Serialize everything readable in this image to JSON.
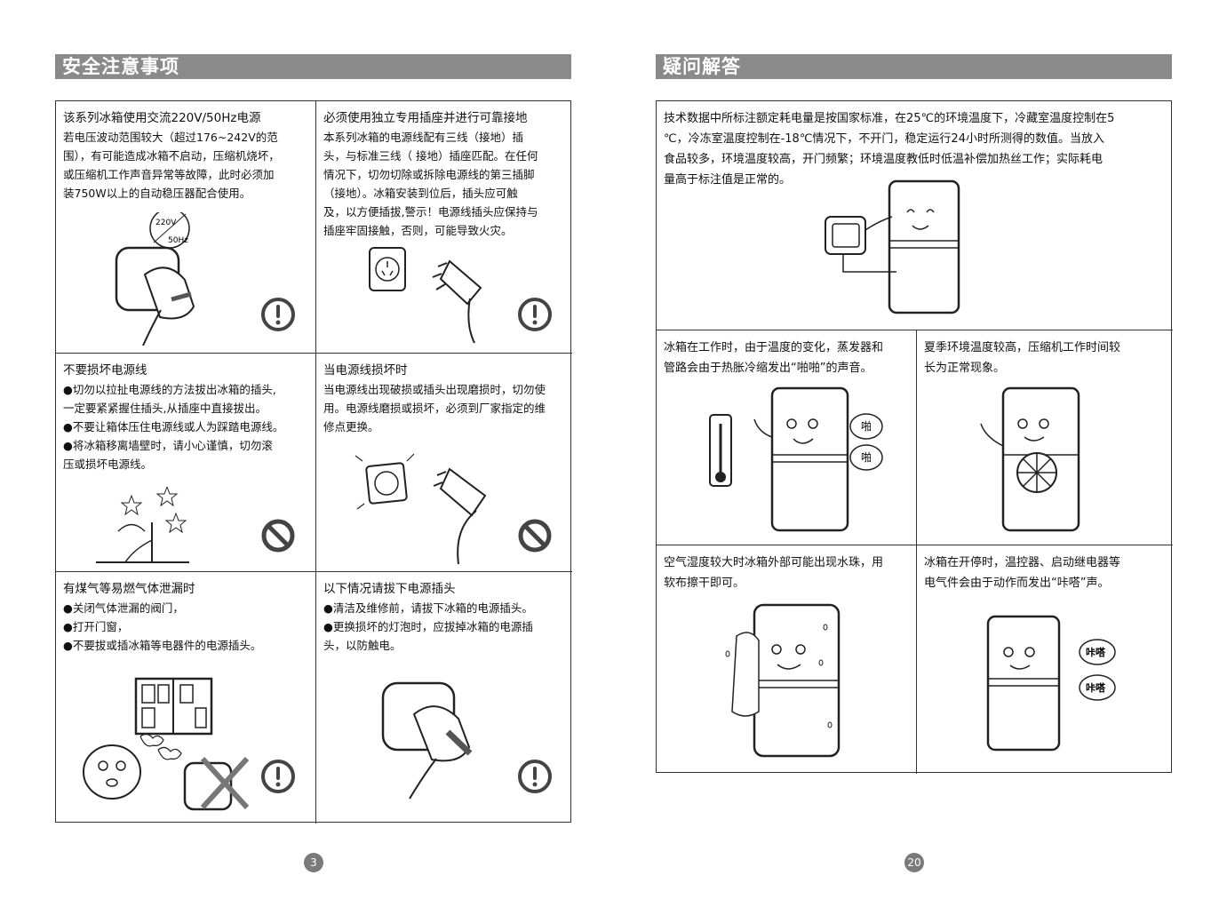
{
  "left_page": {
    "header": "安全注意事项",
    "page_number": "3",
    "cells": [
      {
        "title": "该系列冰箱使用交流220V/50Hz电源",
        "lines": [
          "若电压波动范围较大（超过176~242V的范",
          "围），有可能造成冰箱不启动，压缩机烧坏，",
          "或压缩机工作声音异常等故障，此时必须加",
          "装750W以上的自动稳压器配合使用。"
        ],
        "label_a": "220V",
        "label_b": "50Hz",
        "symbol": "warning-icon"
      },
      {
        "title": "必须使用独立专用插座并进行可靠接地",
        "lines": [
          "本系列冰箱的电源线配有三线（接地）插",
          "头，与标准三线（ 接地）插座匹配。在任何",
          "情况下，切勿切除或拆除电源线的第三插脚",
          "（接地）。冰箱安装到位后，插头应可触",
          "及，以方便插拔,警示！电源线插头应保持与",
          "插座牢固接触，否则，可能导致火灾。"
        ],
        "symbol": "warning-icon"
      },
      {
        "title": "不要损坏电源线",
        "lines": [
          "●切勿以拉扯电源线的方法拔出冰箱的插头,",
          "一定要紧紧握住插头,从插座中直接拔出。",
          "●不要让箱体压住电源线或人为踩踏电源线。",
          "●将冰箱移离墙壁时，请小心谨慎，切勿滚",
          "压或损坏电源线。"
        ],
        "symbol": "prohibited-icon"
      },
      {
        "title": "当电源线损坏时",
        "lines": [
          "当电源线出现破损或插头出现磨损时，切勿使",
          "用。电源线磨损或损坏，必须到厂家指定的维",
          "修点更换。"
        ],
        "symbol": "prohibited-icon"
      },
      {
        "title": "有煤气等易燃气体泄漏时",
        "lines": [
          "●关闭气体泄漏的阀门，",
          "●打开门窗，",
          "●不要拔或插冰箱等电器件的电源插头。"
        ],
        "symbol": "warning-icon"
      },
      {
        "title": "以下情况请拔下电源插头",
        "lines": [
          "●清洁及维修前，请拔下冰箱的电源插头。",
          "●更换损坏的灯泡时，应拔掉冰箱的电源插",
          "   头，以防触电。"
        ],
        "symbol": "warning-icon"
      }
    ]
  },
  "right_page": {
    "header": "疑问解答",
    "page_number": "20",
    "top_cell": {
      "lines": [
        "技术数据中所标注额定耗电量是按国家标准，在25℃的环境温度下，冷藏室温度控制在5",
        "℃，冷冻室温度控制在-18℃情况下，不开门，稳定运行24小时所测得的数值。当放入",
        "食品较多，环境温度较高，开门频繁；环境温度教低时低温补偿加热丝工作；实际耗电",
        "量高于标注值是正常的。"
      ]
    },
    "cells": [
      {
        "lines": [
          "冰箱在工作时，由于温度的变化，蒸发器和",
          "管路会由于热胀冷缩发出“啪啪”的声音。"
        ],
        "bubble_1": "啪",
        "bubble_2": "啪"
      },
      {
        "lines": [
          "夏季环境温度较高，压缩机工作时间较",
          "长为正常现象。"
        ]
      },
      {
        "lines": [
          "空气湿度较大时冰箱外部可能出现水珠，用",
          "软布擦干即可。"
        ]
      },
      {
        "lines": [
          "冰箱在开停时，温控器、启动继电器等",
          "电气件会由于动作而发出“咔嗒”声。"
        ],
        "bubble_1": "咔嗒",
        "bubble_2": "咔嗒"
      }
    ]
  },
  "colors": {
    "header_bg": "#8a8a8a",
    "border": "#333333",
    "page_number_bg": "#7a7a7a"
  }
}
